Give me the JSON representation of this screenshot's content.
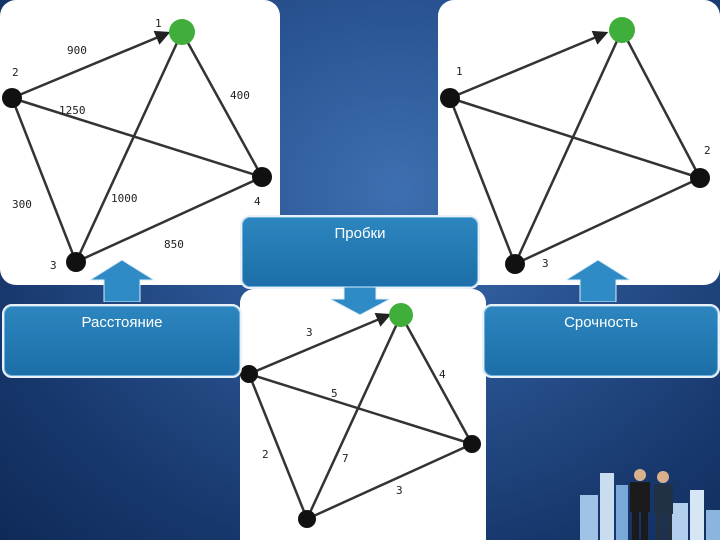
{
  "boxes": {
    "traffic": "Пробки",
    "distance": "Расстояние",
    "urgency": "Срочность"
  },
  "graphs": {
    "distance": {
      "nodes": [
        {
          "label": "1",
          "color": "#3fae3a"
        },
        {
          "label": "2",
          "color": "#111111"
        },
        {
          "label": "4",
          "color": "#111111"
        },
        {
          "label": "3",
          "color": "#111111"
        }
      ],
      "edges": [
        {
          "from": "2",
          "to": "1",
          "weight": "900"
        },
        {
          "from": "1",
          "to": "4",
          "weight": "400"
        },
        {
          "from": "2",
          "to": "4",
          "weight": "1250"
        },
        {
          "from": "2",
          "to": "3",
          "weight": "300"
        },
        {
          "from": "1",
          "to": "3",
          "weight": "1000"
        },
        {
          "from": "3",
          "to": "4",
          "weight": "850"
        }
      ]
    },
    "urgency": {
      "nodes": [
        {
          "label": "",
          "color": "#3fae3a"
        },
        {
          "label": "1",
          "color": "#111111"
        },
        {
          "label": "2",
          "color": "#111111"
        },
        {
          "label": "3",
          "color": "#111111"
        }
      ]
    },
    "traffic": {
      "nodes": [
        {
          "label": "",
          "color": "#3fae3a"
        },
        {
          "label": "",
          "color": "#111111"
        },
        {
          "label": "",
          "color": "#111111"
        },
        {
          "label": "",
          "color": "#111111"
        }
      ],
      "edges": [
        {
          "weight": "3"
        },
        {
          "weight": "4"
        },
        {
          "weight": "5"
        },
        {
          "weight": "2"
        },
        {
          "weight": "7"
        },
        {
          "weight": "3"
        }
      ]
    }
  },
  "colors": {
    "background": "#1f4a86",
    "box": "#2278b3",
    "start_node": "#3fae3a",
    "node": "#111111"
  }
}
